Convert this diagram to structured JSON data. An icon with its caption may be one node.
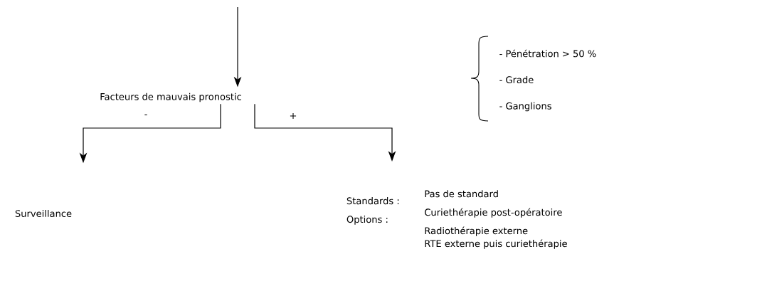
{
  "diagram": {
    "nodes": [
      {
        "text": [
          "Facteurs de mauvais pronostic"
        ]
      },
      {
        "text": [
          "Surveillance"
        ]
      },
      {
        "text": [
          "Standards :",
          "Pas de standard",
          "Options :",
          "Curiethérapie post-opératoire",
          "Radiothérapie externe",
          "RTE externe puis curiethérapie"
        ]
      }
    ],
    "edges": [
      {
        "from": null,
        "to": 0,
        "arrow": "to"
      },
      {
        "from": 0,
        "to": 1,
        "arrow": "to",
        "label": "-"
      },
      {
        "from": 0,
        "to": 2,
        "arrow": "to",
        "label": "+"
      }
    ],
    "labels": [
      "- Pénétration > 50 %",
      "- Grade",
      "- Ganglions"
    ]
  }
}
